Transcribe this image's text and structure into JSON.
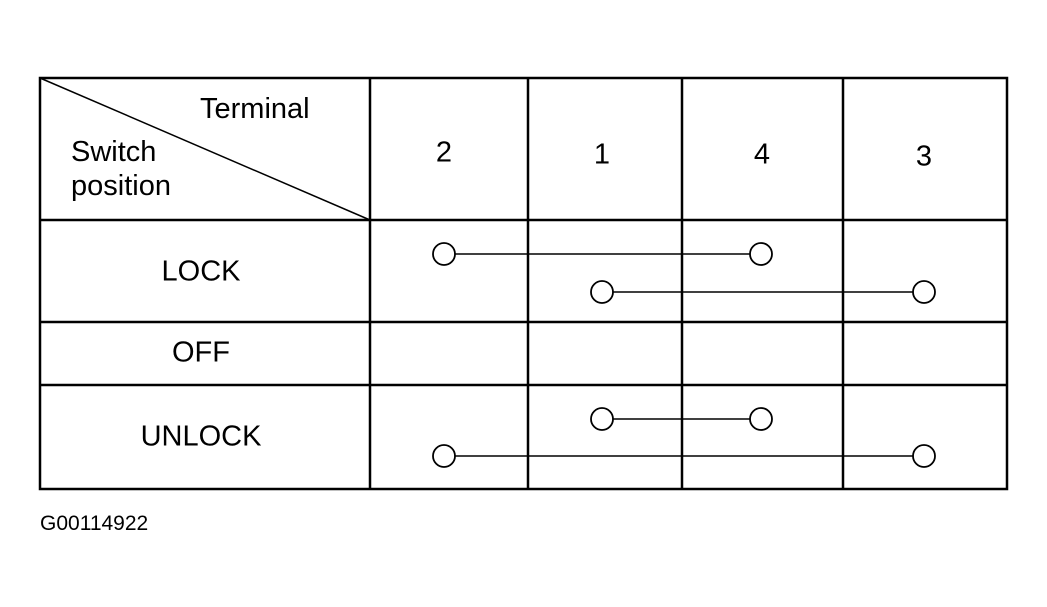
{
  "table": {
    "corner_top_label": "Terminal",
    "corner_bottom_label_line1": "Switch",
    "corner_bottom_label_line2": "position",
    "terminals": [
      "2",
      "1",
      "4",
      "3"
    ],
    "rows": [
      {
        "position": "LOCK",
        "connections": [
          {
            "from": "2",
            "to": "4"
          },
          {
            "from": "1",
            "to": "3"
          }
        ]
      },
      {
        "position": "OFF",
        "connections": []
      },
      {
        "position": "UNLOCK",
        "connections": [
          {
            "from": "1",
            "to": "4"
          },
          {
            "from": "2",
            "to": "3"
          }
        ]
      }
    ]
  },
  "figure_code": "G00114922"
}
